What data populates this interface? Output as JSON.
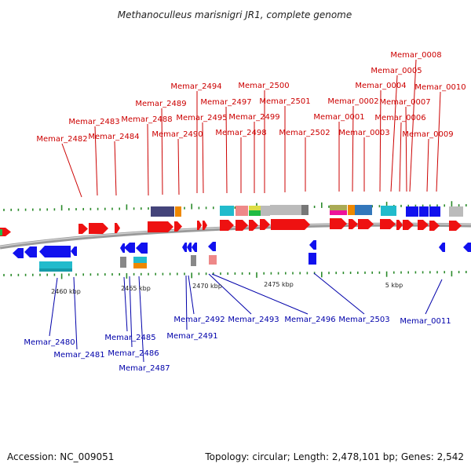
{
  "title": "Methanoculleus marisnigri JR1, complete genome",
  "footer": {
    "accession": "Accession: NC_009051",
    "topology": "Topology: circular; Length: 2,478,101 bp; Genes: 2,542"
  },
  "colors": {
    "forward": "#ee1111",
    "reverse": "#1111ee",
    "backbone": "#999999",
    "tick": "#2a8a2a",
    "label_top": "#cc0000",
    "label_bottom": "#0000aa"
  },
  "axis_labels": [
    "2460 kbp",
    "2465 kbp",
    "2470 kbp",
    "2475 kbp",
    "5 kbp"
  ],
  "top_labels": [
    "Memar_2482",
    "Memar_2483",
    "Memar_2484",
    "Memar_2488",
    "Memar_2489",
    "Memar_2490",
    "Memar_2494",
    "Memar_2495",
    "Memar_2497",
    "Memar_2498",
    "Memar_2499",
    "Memar_2500",
    "Memar_2501",
    "Memar_2502",
    "Memar_0001",
    "Memar_0002",
    "Memar_0003",
    "Memar_0004",
    "Memar_0005",
    "Memar_0006",
    "Memar_0007",
    "Memar_0008",
    "Memar_0009",
    "Memar_0010"
  ],
  "bottom_labels": [
    "Memar_2480",
    "Memar_2481",
    "Memar_2485",
    "Memar_2486",
    "Memar_2487",
    "Memar_2491",
    "Memar_2492",
    "Memar_2493",
    "Memar_2496",
    "Memar_2503",
    "Memar_0011"
  ]
}
